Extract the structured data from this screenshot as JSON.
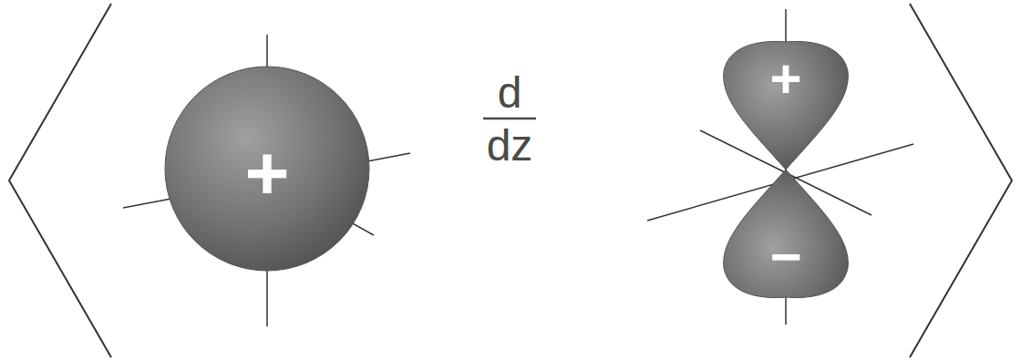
{
  "diagram": {
    "nodes": [
      {
        "text": [
          "+"
        ]
      },
      {
        "text": [
          "+"
        ]
      },
      {
        "text": [
          "−"
        ]
      }
    ],
    "labels": [
      "d",
      "dz"
    ]
  }
}
